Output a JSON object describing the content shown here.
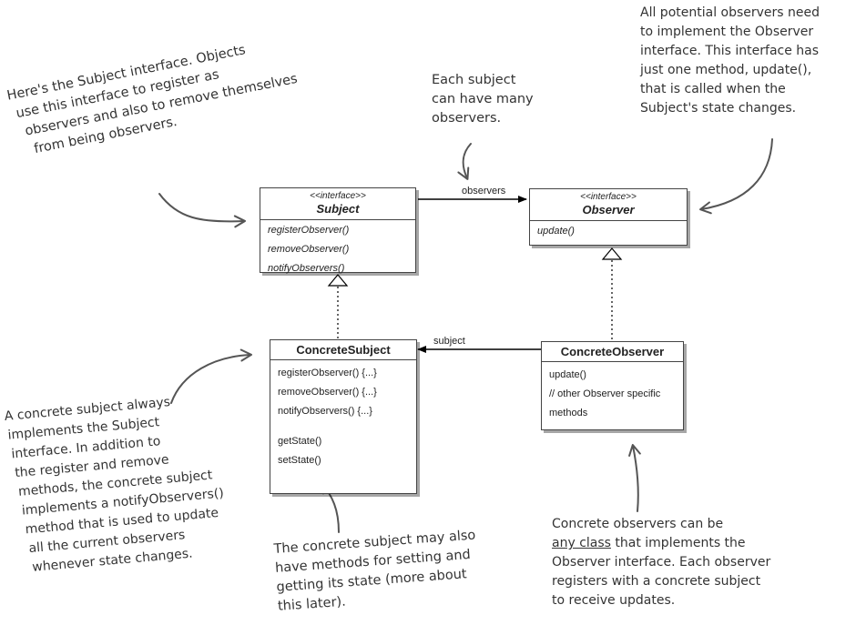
{
  "diagram": {
    "subject": {
      "stereotype": "<<interface>>",
      "name": "Subject",
      "methods": [
        "registerObserver()",
        "removeObserver()",
        "notifyObservers()"
      ]
    },
    "observer": {
      "stereotype": "<<interface>>",
      "name": "Observer",
      "methods": [
        "update()"
      ]
    },
    "concrete_subject": {
      "name": "ConcreteSubject",
      "methods": [
        "registerObserver() {...}",
        "removeObserver() {...}",
        "notifyObservers() {...}"
      ],
      "state_methods": [
        "getState()",
        "setState()"
      ]
    },
    "concrete_observer": {
      "name": "ConcreteObserver",
      "methods": [
        "update()",
        "// other Observer specific",
        "methods"
      ]
    },
    "associations": {
      "observers": "observers",
      "subject": "subject"
    }
  },
  "annotations": {
    "subject_interface": [
      "Here's the Subject interface. Objects",
      "use this interface to register as",
      "observers and also to remove themselves",
      "from being observers."
    ],
    "many_observers": [
      "Each subject",
      "can have many",
      "observers."
    ],
    "observer_interface": [
      "All potential observers need",
      "to implement the Observer",
      "interface. This interface has",
      "just one method, update(),",
      "that is called when the",
      "Subject's state changes."
    ],
    "concrete_subject": [
      "A concrete subject always",
      "implements the Subject",
      "interface. In addition to",
      "the register and remove",
      "methods, the concrete subject",
      "implements a notifyObservers()",
      "method that is used to update",
      "all the current observers",
      "whenever state changes."
    ],
    "state_methods": [
      "The concrete subject may also",
      "have methods for setting and",
      "getting its state (more about",
      "this later)."
    ],
    "concrete_observers": {
      "line1": "Concrete observers can be",
      "line2_em": "any class",
      "line2_rest": " that implements the",
      "lines": [
        "Observer interface. Each observer",
        "registers with a concrete subject",
        "to receive updates."
      ]
    }
  }
}
